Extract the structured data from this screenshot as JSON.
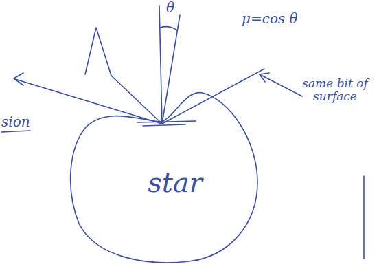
{
  "diagram": {
    "nodes": [
      {
        "text": [
          "star"
        ]
      }
    ],
    "labels": [
      "θ",
      "μ=cos θ",
      "same bit of surface",
      "sion"
    ]
  }
}
